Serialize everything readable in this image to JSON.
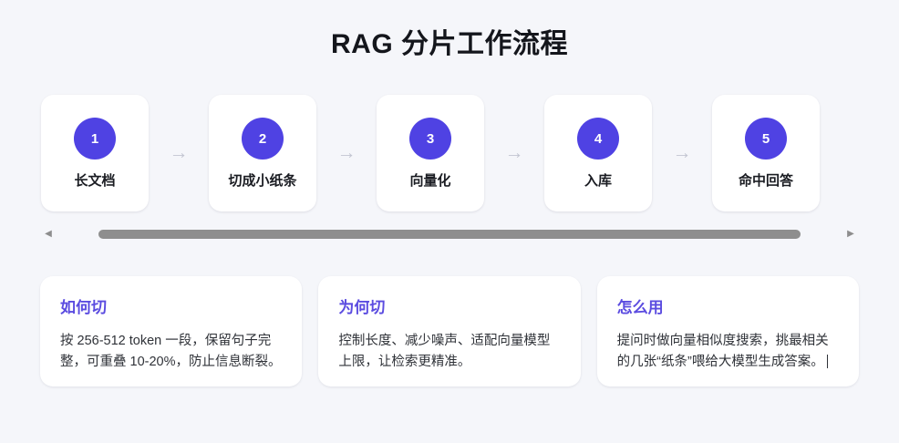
{
  "header": {
    "title": "RAG 分片工作流程"
  },
  "flow": {
    "arrow_glyph": "→",
    "steps": [
      {
        "number": "1",
        "label": "长文档"
      },
      {
        "number": "2",
        "label": "切成小纸条"
      },
      {
        "number": "3",
        "label": "向量化"
      },
      {
        "number": "4",
        "label": "入库"
      },
      {
        "number": "5",
        "label": "命中回答"
      }
    ]
  },
  "scrollbar": {
    "left_arrow": "◀",
    "right_arrow": "▶"
  },
  "info_cards": [
    {
      "title": "如何切",
      "body": "按 256-512 token 一段，保留句子完整，可重叠 10-20%，防止信息断裂。"
    },
    {
      "title": "为何切",
      "body": "控制长度、减少噪声、适配向量模型上限，让检索更精准。"
    },
    {
      "title": "怎么用",
      "body": "提问时做向量相似度搜索，挑最相关的几张“纸条”喂给大模型生成答案。"
    }
  ],
  "colors": {
    "background": "#f5f6fa",
    "accent": "#4f42e3",
    "heading_accent": "#5b4ce0",
    "card_surface": "#ffffff",
    "arrow_gray": "#c3c6d2",
    "scrollbar_thumb": "#8e8e8e"
  }
}
